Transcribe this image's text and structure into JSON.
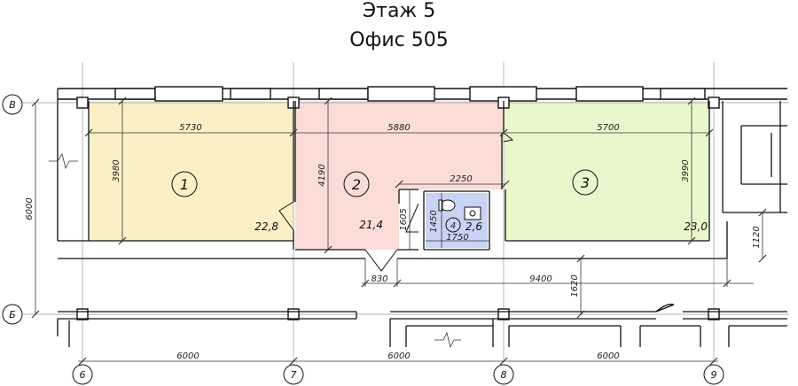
{
  "header": {
    "floor": "Этаж 5",
    "office": "Офис 505"
  },
  "colors": {
    "room1": "#fbefc6",
    "room2": "#fbdcd6",
    "room3": "#e9f7cc",
    "room4": "#c9d3f4",
    "wall": "#111111",
    "dimension": "#333333"
  },
  "rooms": [
    {
      "number": "1",
      "area": "22,8",
      "width": "5730",
      "depth": "3980"
    },
    {
      "number": "2",
      "area": "21,4",
      "width": "5880",
      "depth": "4190"
    },
    {
      "number": "3",
      "area": "23,0",
      "width": "5700",
      "depth": "3990"
    },
    {
      "number": "4",
      "area": "2,6",
      "width": "1750",
      "depth": "1450"
    }
  ],
  "dimensions": {
    "d2250": "2250",
    "d1605": "1605",
    "d830": "830",
    "d9400": "9400",
    "d1620": "1620",
    "d1120": "1120",
    "d6000_vertical": "6000",
    "grid_spans": [
      "6000",
      "6000",
      "6000"
    ]
  },
  "axes": {
    "rows": [
      "В",
      "Б"
    ],
    "columns": [
      "6",
      "7",
      "8",
      "9"
    ]
  }
}
